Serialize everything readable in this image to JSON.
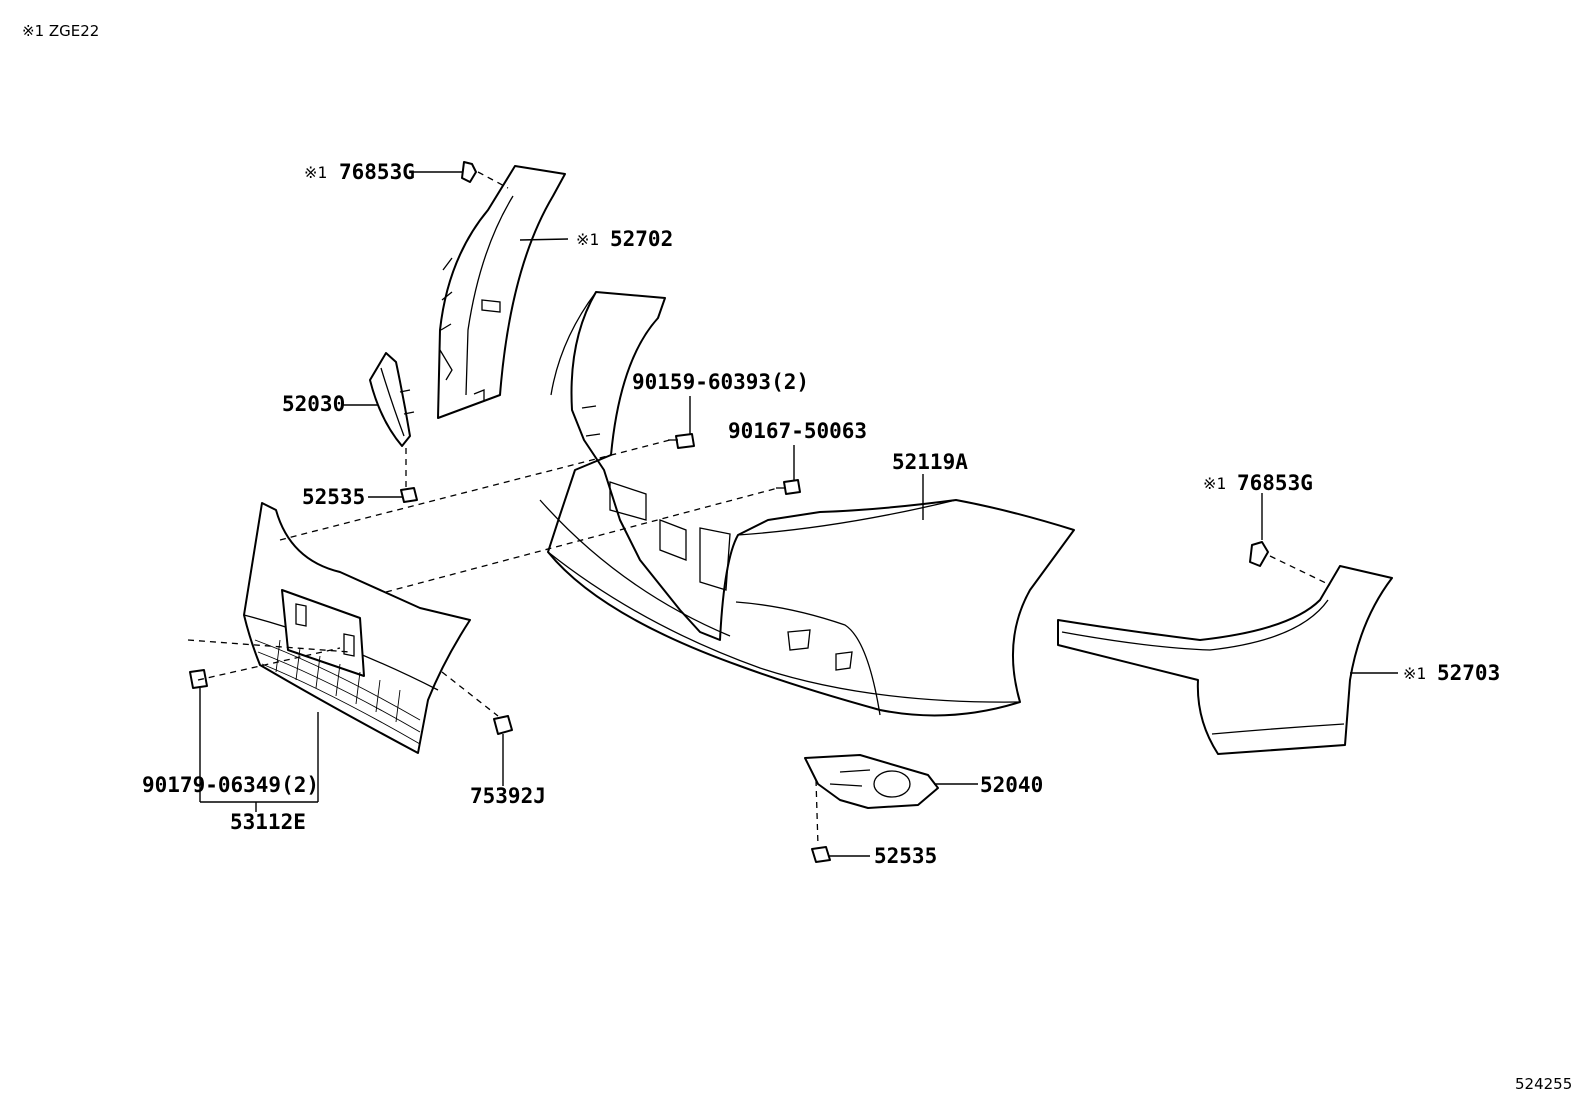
{
  "header": {
    "note": "※1 ZGE22"
  },
  "footer": {
    "diagram_number": "524255"
  },
  "parts": {
    "p76853g_top": {
      "mark": "※1",
      "number": "76853G"
    },
    "p52702": {
      "mark": "※1",
      "number": "52702"
    },
    "p52030": {
      "number": "52030"
    },
    "p52535_left": {
      "number": "52535"
    },
    "p90159": {
      "number": "90159-60393(2)"
    },
    "p90167": {
      "number": "90167-50063"
    },
    "p52119a": {
      "number": "52119A"
    },
    "p76853g_right": {
      "mark": "※1",
      "number": "76853G"
    },
    "p52703": {
      "mark": "※1",
      "number": "52703"
    },
    "p90179": {
      "number": "90179-06349(2)"
    },
    "p53112e": {
      "number": "53112E"
    },
    "p75392j": {
      "number": "75392J"
    },
    "p52040": {
      "number": "52040"
    },
    "p52535_bottom": {
      "number": "52535"
    }
  }
}
